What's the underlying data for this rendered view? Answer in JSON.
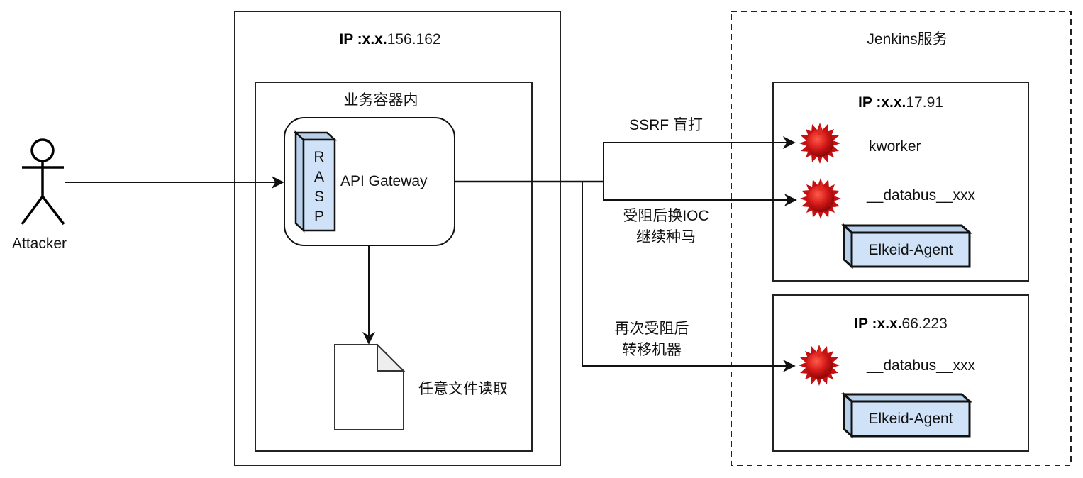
{
  "actor": {
    "label": "Attacker",
    "icon": "stick-figure"
  },
  "business_host": {
    "ip_prefix": "IP :x.x.",
    "ip_suffix": "156.162",
    "container": {
      "label": "业务容器内",
      "gateway": {
        "label": "API Gateway",
        "rasp_label": "RASP"
      },
      "file": {
        "label": "任意文件读取",
        "icon": "document-icon"
      }
    }
  },
  "jenkins": {
    "label": "Jenkins服务",
    "hosts": [
      {
        "ip_prefix": "IP :x.x.",
        "ip_suffix": "17.91",
        "processes": [
          {
            "label": "kworker",
            "icon": "virus-icon"
          },
          {
            "label": "__databus__xxx",
            "icon": "virus-icon"
          }
        ],
        "agent_label": "Elkeid-Agent"
      },
      {
        "ip_prefix": "IP :x.x.",
        "ip_suffix": "66.223",
        "processes": [
          {
            "label": "__databus__xxx",
            "icon": "virus-icon"
          }
        ],
        "agent_label": "Elkeid-Agent"
      }
    ]
  },
  "edges": {
    "ssrf": "SSRF 盲打",
    "blocked_change_ioc": [
      "受阻后换IOC",
      "继续种马"
    ],
    "blocked_again_move": [
      "再次受阻后",
      "转移机器"
    ]
  },
  "colors": {
    "box_fill": "#cfe2f7",
    "box_side": "#b9d0ea",
    "virus": "#cc1111",
    "line": "#111111"
  }
}
